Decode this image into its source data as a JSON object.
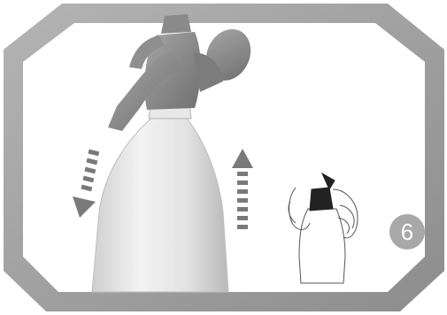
{
  "illustration": {
    "step_number": "6",
    "icons": {
      "frame": "octagon-frame",
      "siphon": "soda-siphon-bottle",
      "down_arrow": "arrow-down-icon",
      "up_arrow": "arrow-up-icon",
      "thumbnail": "hand-holding-siphon-sketch"
    },
    "colors": {
      "frame": "#9a9a9a",
      "frame_shadow": "#bcbcbc",
      "panel": "#ffffff",
      "bottle_body": "#dedede",
      "bottle_highlight": "#f4f4f4",
      "head": "#8c8c8c",
      "arrow": "#7a7a7a",
      "badge": "#a8a8a8"
    }
  }
}
